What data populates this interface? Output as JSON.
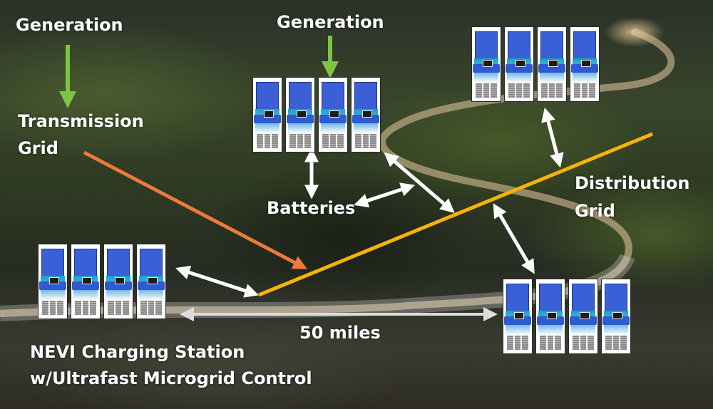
{
  "labels": {
    "generation_left": "Generation",
    "generation_center": "Generation",
    "transmission_grid_line1": "Transmission",
    "transmission_grid_line2": "Grid",
    "batteries": "Batteries",
    "distribution_grid_line1": "Distribution",
    "distribution_grid_line2": "Grid",
    "distance": "50 miles",
    "nevi_line1": "NEVI Charging Station",
    "nevi_line2": "w/Ultrafast Microgrid Control"
  },
  "charger_blocks": [
    {
      "name": "battery-charger-bank-center",
      "units": 4
    },
    {
      "name": "charger-bank-top-right",
      "units": 4
    },
    {
      "name": "nevi-charger-bank-left",
      "units": 4
    },
    {
      "name": "charger-bank-bottom-right",
      "units": 4
    }
  ],
  "colors": {
    "generation_arrow": "#7dc444",
    "transmission_line": "#ec7a3a",
    "distribution_line": "#f5b30a",
    "bidirectional_arrow": "#ffffff",
    "distance_arrow": "#dcdcdc",
    "charger_screen": "#3b5fd4"
  }
}
